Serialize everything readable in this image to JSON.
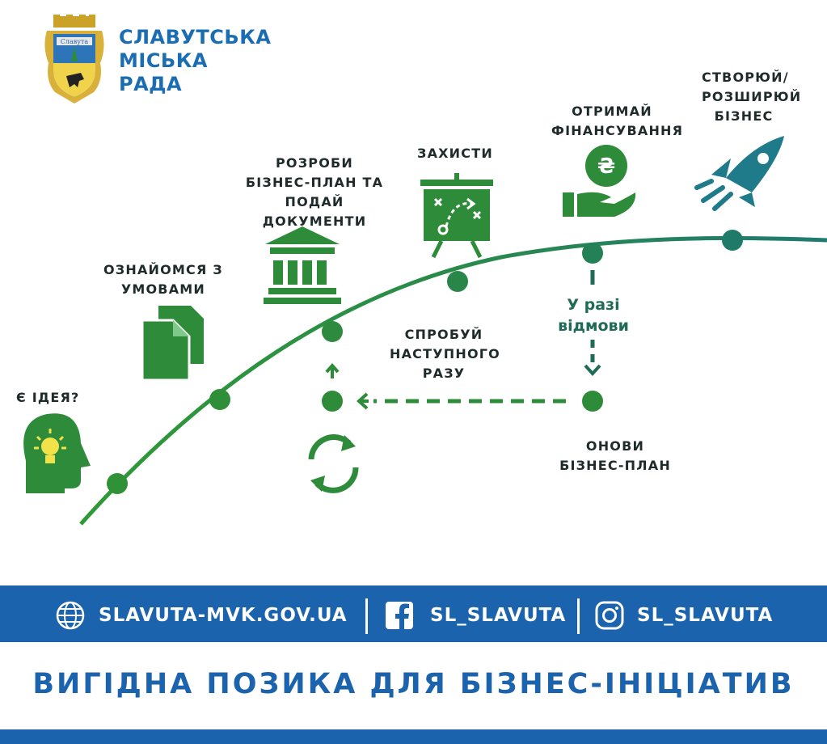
{
  "header": {
    "org_line1": "СЛАВУТСЬКА",
    "org_line2": "МІСЬКА",
    "org_line3": "РАДА",
    "coat_of_arms_text": "Славута"
  },
  "steps": [
    {
      "lines": [
        "Є ІДЕЯ?"
      ],
      "icon": "idea-head-icon"
    },
    {
      "lines": [
        "ОЗНАЙОМСЯ З",
        "УМОВАМИ"
      ],
      "icon": "documents-icon"
    },
    {
      "lines": [
        "РОЗРОБИ",
        "БІЗНЕС-ПЛАН ТА",
        "ПОДАЙ",
        "ДОКУМЕНТИ"
      ],
      "icon": "bank-building-icon"
    },
    {
      "lines": [
        "ЗАХИСТИ"
      ],
      "icon": "strategy-board-icon"
    },
    {
      "lines": [
        "ОТРИМАЙ",
        "ФІНАНСУВАННЯ"
      ],
      "icon": "hryvnia-coin-hand-icon"
    },
    {
      "lines": [
        "СТВОРЮЙ/",
        "РОЗШИРЮЙ",
        "БІЗНЕС"
      ],
      "icon": "rocket-icon"
    }
  ],
  "branch": {
    "refusal_line1": "У разі",
    "refusal_line2": "відмови",
    "update_line1": "ОНОВИ",
    "update_line2": "БІЗНЕС-ПЛАН",
    "retry_line1": "СПРОБУЙ",
    "retry_line2": "НАСТУПНОГО",
    "retry_line3": "РАЗУ"
  },
  "footer": {
    "website": "SLAVUTA-MVK.GOV.UA",
    "facebook": "SL_SLAVUTA",
    "instagram": "SL_SLAVUTA",
    "title": "ВИГІДНА ПОЗИКА ДЛЯ БІЗНЕС-ІНІЦІАТИВ"
  },
  "colors": {
    "brand_blue": "#1b63ad",
    "green": "#2e8b3a",
    "teal": "#1f7a6a",
    "text_dark": "#1f2a2a"
  }
}
